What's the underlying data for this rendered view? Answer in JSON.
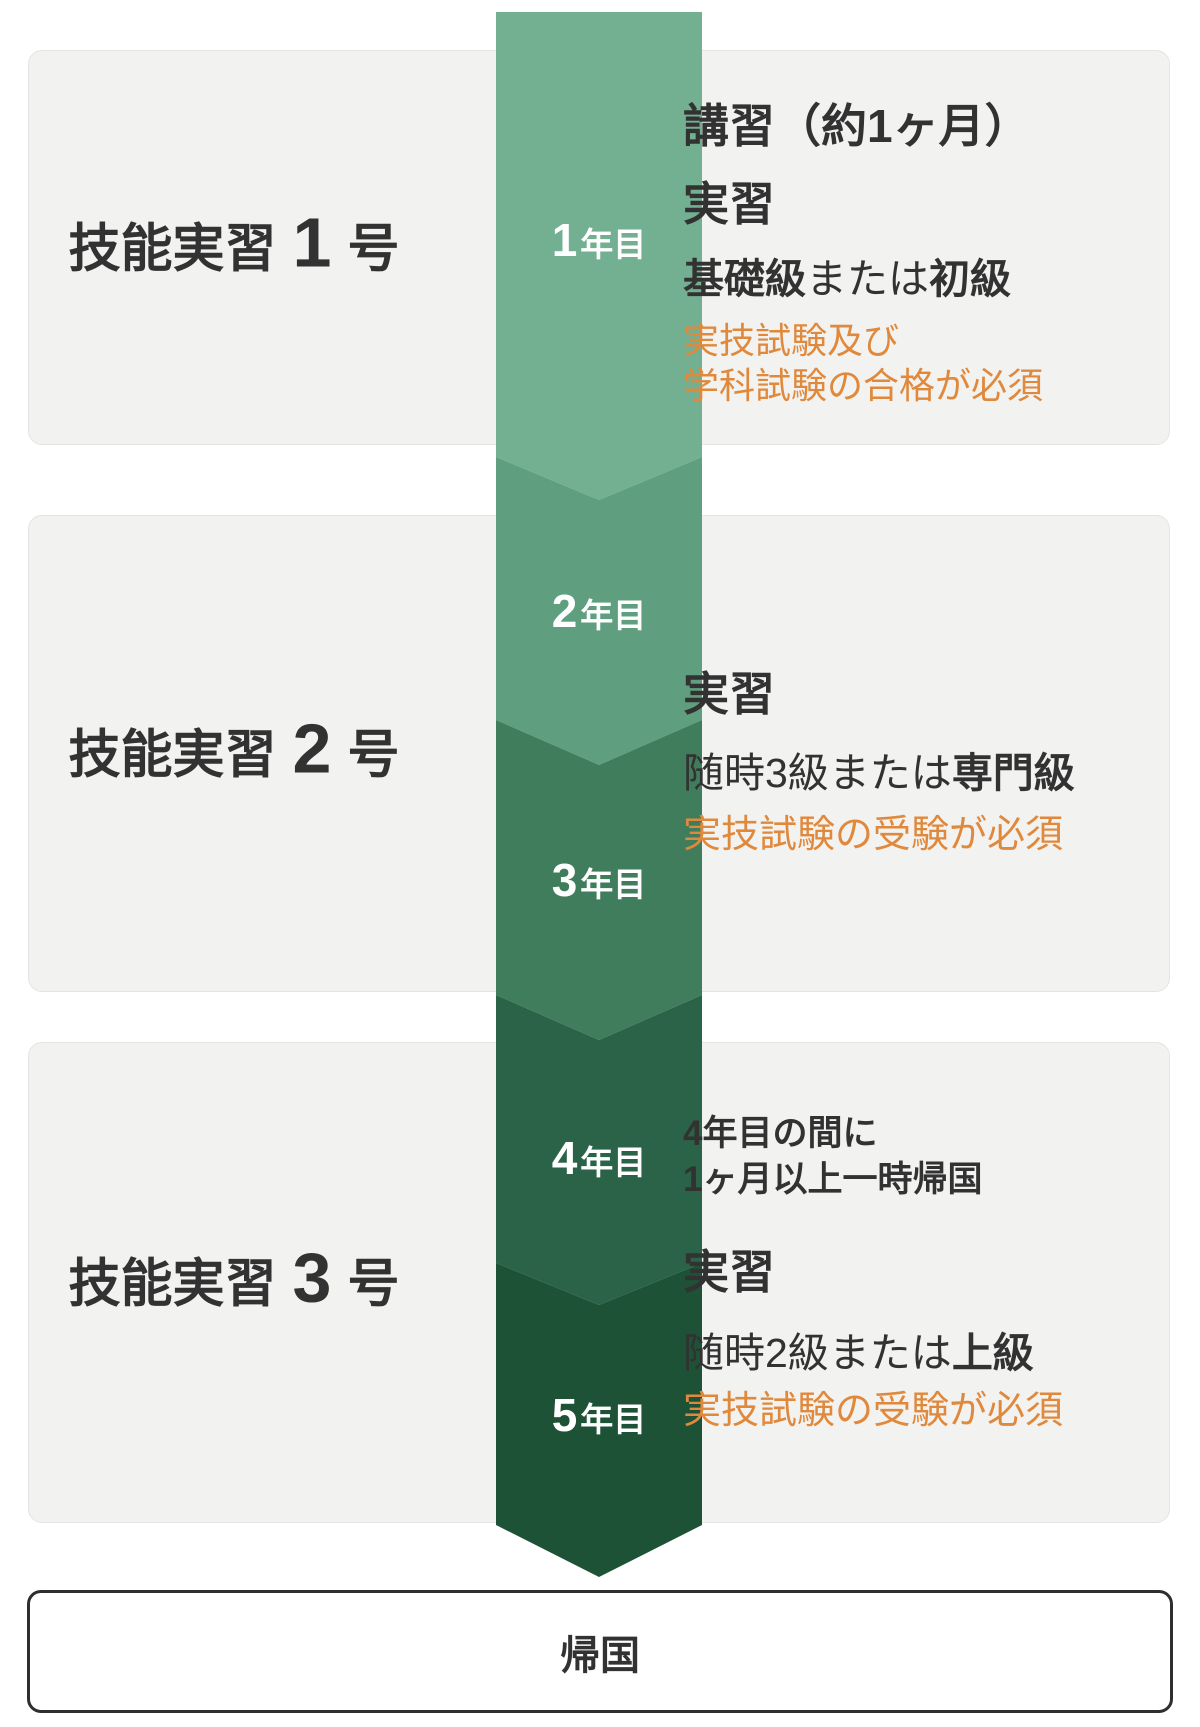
{
  "palette": {
    "background": "#ffffff",
    "card_bg": "#f2f2f1",
    "card_border": "#e4e4e2",
    "text_dark": "#323232",
    "orange": "#E0893C",
    "label_white": "#ffffff",
    "year_colors": [
      "#73B092",
      "#5F9F7F",
      "#3F7D5C",
      "#2B6348",
      "#1E5237"
    ]
  },
  "stages": [
    {
      "name": "技能実習",
      "number": "1",
      "suffix": "号",
      "lines": {
        "l1": "講習（約1ヶ月）",
        "l2": "実習",
        "grade_pre": "基礎級",
        "grade_mid": "または",
        "grade_post": "初級",
        "note1": "実技試験及び",
        "note2": "学科試験の合格が必須"
      }
    },
    {
      "name": "技能実習",
      "number": "2",
      "suffix": "号",
      "lines": {
        "l2": "実習",
        "grade_pre": "随時3級",
        "grade_mid": "または",
        "grade_post": "専門級",
        "note1": "実技試験の受験が必須"
      }
    },
    {
      "name": "技能実習",
      "number": "3",
      "suffix": "号",
      "lines": {
        "pre1": "4年目の間に",
        "pre2": "1ヶ月以上一時帰国",
        "l2": "実習",
        "grade_pre": "随時2級",
        "grade_mid": "または",
        "grade_post": "上級",
        "note1": "実技試験の受験が必須"
      }
    }
  ],
  "years": [
    {
      "num": "1",
      "suffix": "年目"
    },
    {
      "num": "2",
      "suffix": "年目"
    },
    {
      "num": "3",
      "suffix": "年目"
    },
    {
      "num": "4",
      "suffix": "年目"
    },
    {
      "num": "5",
      "suffix": "年目"
    }
  ],
  "footer": {
    "label": "帰国"
  }
}
